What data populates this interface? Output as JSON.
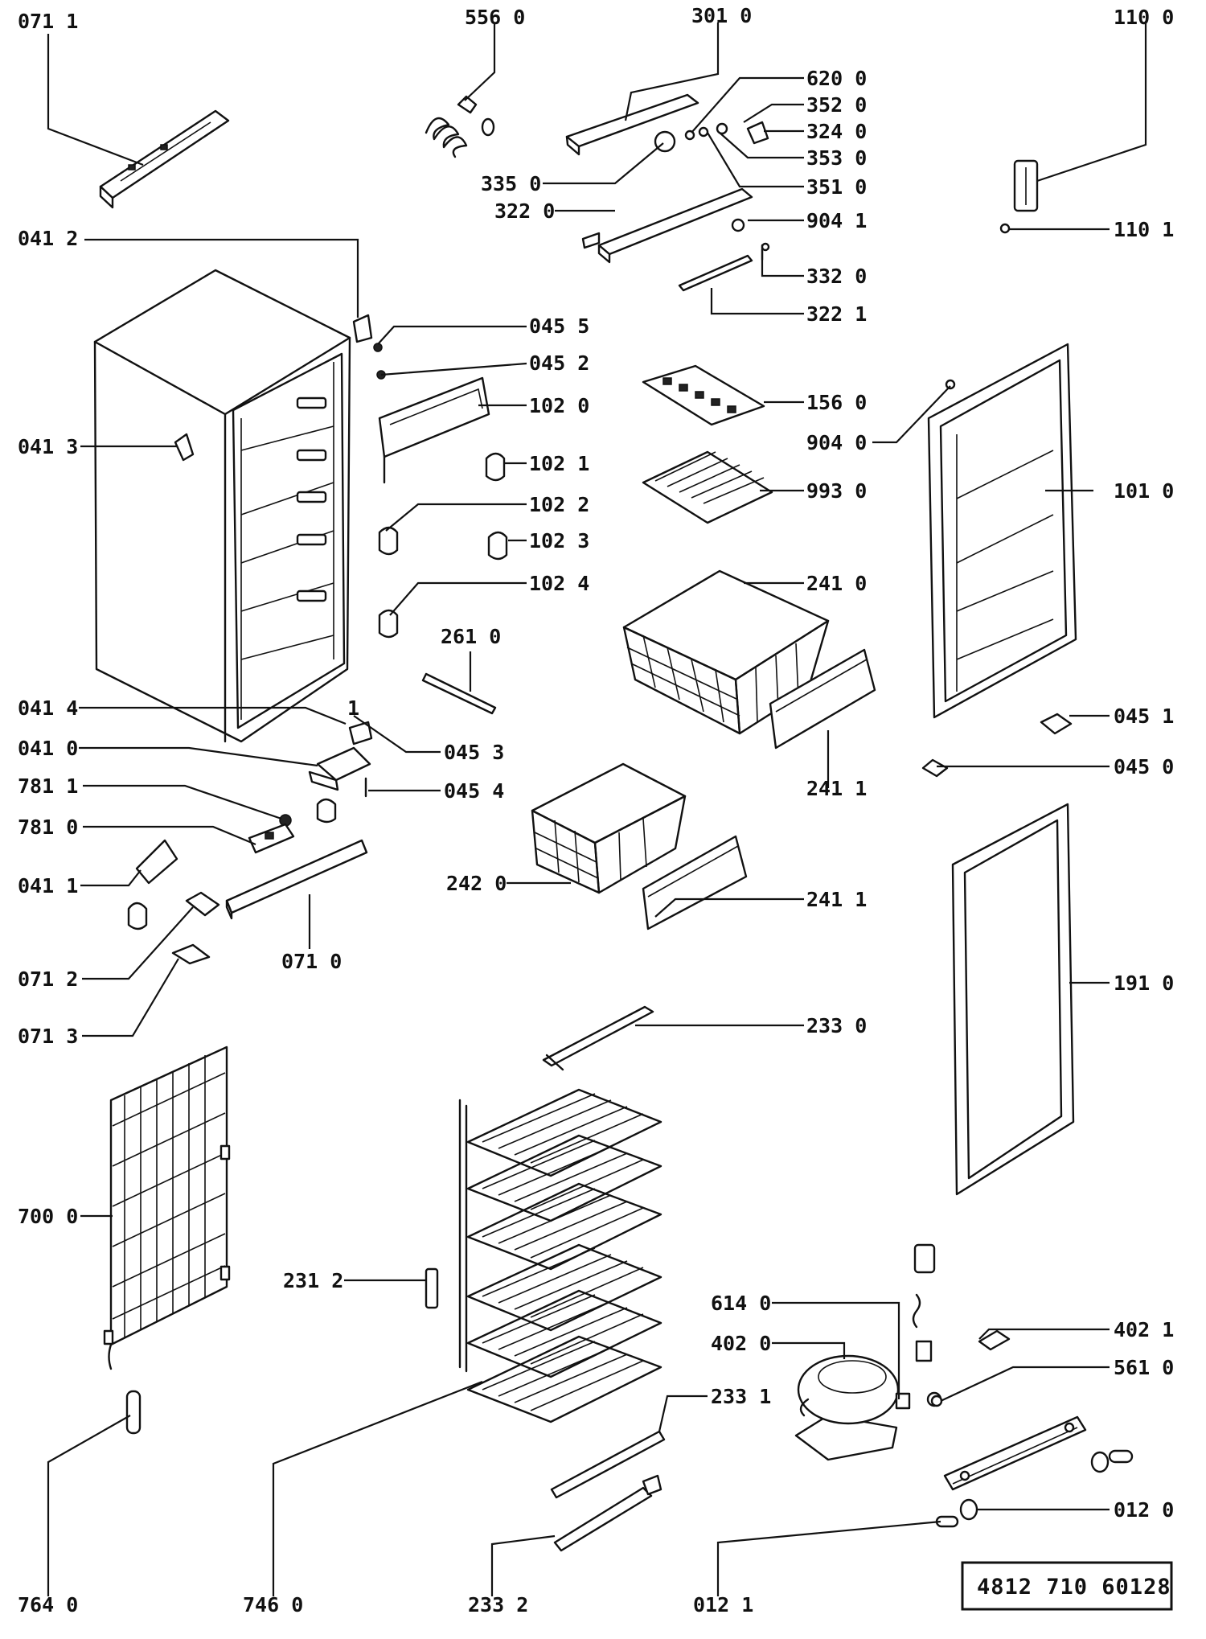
{
  "document_number": "4812 710 60128",
  "labels": {
    "l_0711": "071 1",
    "l_5560": "556 0",
    "l_3010": "301 0",
    "l_1100": "110 0",
    "l_6200": "620 0",
    "l_3520": "352 0",
    "l_3240": "324 0",
    "l_3530": "353 0",
    "l_3350": "335 0",
    "l_3510": "351 0",
    "l_3220": "322 0",
    "l_9041": "904 1",
    "l_1101": "110 1",
    "l_0412": "041 2",
    "l_3320": "332 0",
    "l_3221": "322 1",
    "l_0455": "045 5",
    "l_0452": "045 2",
    "l_1020": "102 0",
    "l_1560": "156 0",
    "l_9040": "904 0",
    "l_0413": "041 3",
    "l_1021": "102 1",
    "l_9930": "993 0",
    "l_1010": "101 0",
    "l_1022": "102 2",
    "l_1023": "102 3",
    "l_2410": "241 0",
    "l_1024": "102 4",
    "l_2610": "261 0",
    "l_0414": "041 4",
    "l_0451": "045 1",
    "l_0410": "041 0",
    "l_0453": "045 3",
    "l_2411a": "241 1",
    "l_0450": "045 0",
    "l_7811": "781 1",
    "l_0454": "045 4",
    "l_7810": "781 0",
    "l_2420": "242 0",
    "l_0411": "041 1",
    "l_2411b": "241 1",
    "l_0710": "071 0",
    "l_0712": "071 2",
    "l_1910": "191 0",
    "l_0713": "071 3",
    "l_2330": "233 0",
    "l_7000": "700 0",
    "l_2312": "231 2",
    "l_6140": "614 0",
    "l_4021": "402 1",
    "l_4020": "402 0",
    "l_5610": "561 0",
    "l_2331": "233 1",
    "l_0120": "012 0",
    "l_7640": "764 0",
    "l_7460": "746 0",
    "l_2332": "233  2",
    "l_0121": "012 1",
    "l_1": "1"
  }
}
